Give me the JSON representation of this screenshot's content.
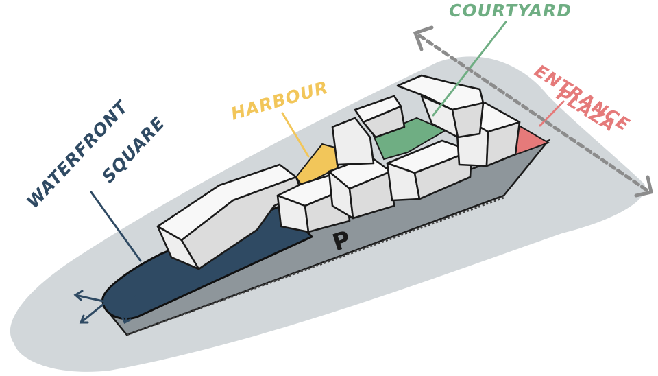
{
  "labels": {
    "courtyard": "COURTYARD",
    "entrance_line1": "ENTRANCE",
    "entrance_line2": "PLAZA",
    "harbour": "HARBOUR",
    "waterfront_line1": "WATERFRONT",
    "waterfront_line2": "SQUARE",
    "parking": "P"
  },
  "colors": {
    "courtyard": "#6fae83",
    "entrance": "#e57a7a",
    "harbour": "#f2c65a",
    "waterfront": "#2f4a63",
    "ground": "#d2d7da",
    "podium": "#8e969b",
    "arrow": "#8c8c8c"
  }
}
